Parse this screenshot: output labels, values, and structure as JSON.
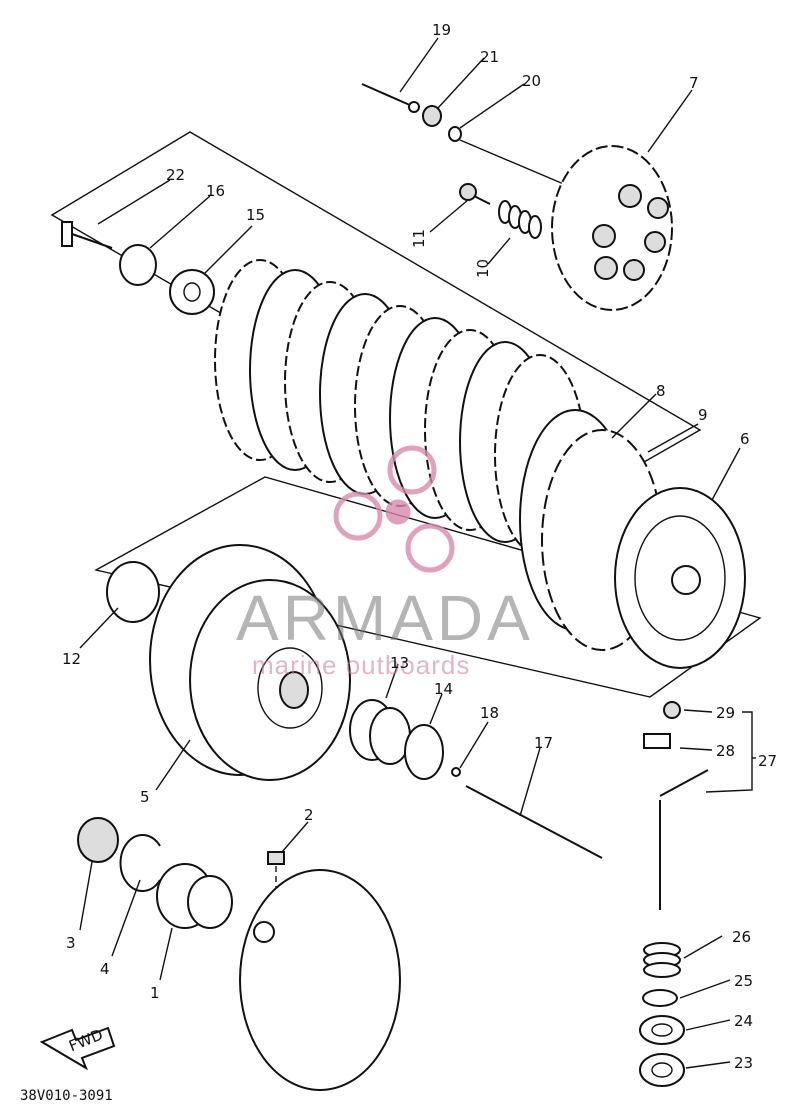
{
  "diagram": {
    "callouts": {
      "n1": "1",
      "n2": "2",
      "n3": "3",
      "n4": "4",
      "n5": "5",
      "n6": "6",
      "n7": "7",
      "n8": "8",
      "n9": "9",
      "n10": "10",
      "n11": "11",
      "n12": "12",
      "n13": "13",
      "n14": "14",
      "n15": "15",
      "n16": "16",
      "n17": "17",
      "n18": "18",
      "n19": "19",
      "n20": "20",
      "n21": "21",
      "n22": "22",
      "n23": "23",
      "n24": "24",
      "n25": "25",
      "n26": "26",
      "n27": "27",
      "n28": "28",
      "n29": "29"
    },
    "direction_label": "FWD",
    "drawing_code": "38V010-3091"
  },
  "watermark": {
    "brand": "ARMADA",
    "tagline": "marine outboards",
    "accent_color": "#d98aae"
  }
}
